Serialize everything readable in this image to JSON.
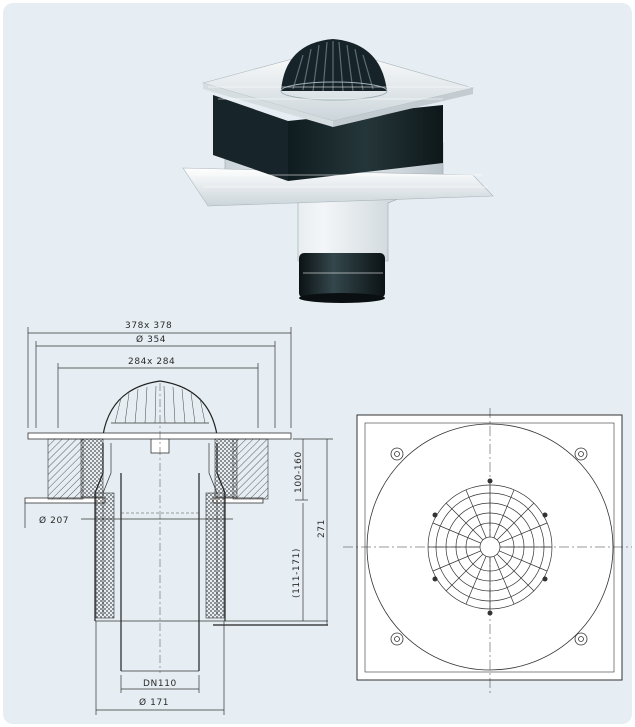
{
  "dimensions": {
    "outer_square": "378x 378",
    "diameter_354": "Ø 354",
    "inner_square": "284x 284",
    "diameter_207": "Ø 207",
    "height_range": "100-160",
    "total_height": "271",
    "lower_range": "(111-171)",
    "pipe_dn": "DN110",
    "diameter_171": "Ø 171"
  },
  "colors": {
    "panel_bg": "#e6eef3",
    "line": "#333333",
    "product_dark": "#1d2a2d",
    "product_light": "#e8edf0"
  }
}
